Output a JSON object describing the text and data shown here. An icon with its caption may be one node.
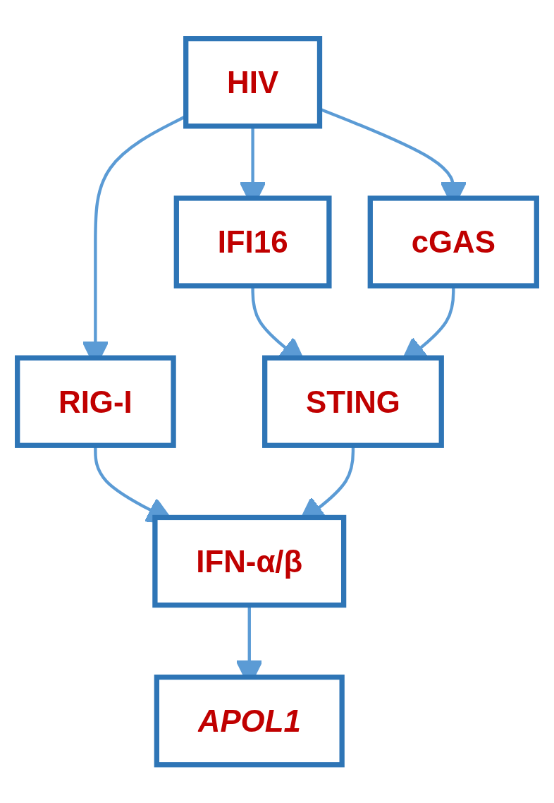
{
  "diagram": {
    "nodes": [
      {
        "text": [
          "HIV"
        ]
      },
      {
        "text": [
          "IFI16"
        ]
      },
      {
        "text": [
          "cGAS"
        ]
      },
      {
        "text": [
          "RIG-I"
        ]
      },
      {
        "text": [
          "STING"
        ]
      },
      {
        "text": [
          "IFN-α/β"
        ]
      },
      {
        "text": [
          "APOL1"
        ]
      }
    ],
    "edges": [
      {
        "from": 0,
        "to": 1,
        "arrow": "to"
      },
      {
        "from": 0,
        "to": 2,
        "arrow": "to"
      },
      {
        "from": 0,
        "to": 3,
        "arrow": "to"
      },
      {
        "from": 1,
        "to": 4,
        "arrow": "to"
      },
      {
        "from": 2,
        "to": 4,
        "arrow": "to"
      },
      {
        "from": 3,
        "to": 5,
        "arrow": "to"
      },
      {
        "from": 4,
        "to": 5,
        "arrow": "to"
      },
      {
        "from": 5,
        "to": 6,
        "arrow": "to"
      }
    ]
  }
}
